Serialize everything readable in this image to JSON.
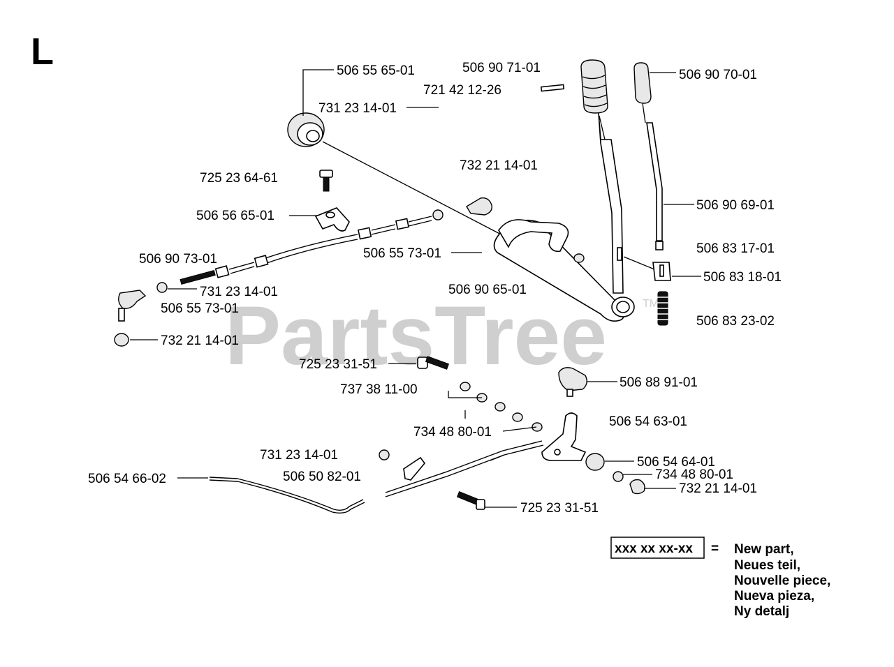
{
  "section_letter": "L",
  "watermark": {
    "text": "PartsTree",
    "tm": "TM"
  },
  "parts": [
    "506 55 65-01",
    "506 90 71-01",
    "721 42 12-26",
    "731 23 14-01",
    "506 90 70-01",
    "732 21 14-01",
    "725 23 64-61",
    "506 56 65-01",
    "506 90 69-01",
    "506 55 73-01",
    "506 83 17-01",
    "506 90 73-01",
    "506 83 18-01",
    "731 23 14-01",
    "506 90 65-01",
    "506 55 73-01",
    "506 83 23-02",
    "732 21 14-01",
    "725 23 31-51",
    "506 88 91-01",
    "737 38 11-00",
    "506 54 63-01",
    "734 48 80-01",
    "731 23 14-01",
    "506 54 64-01",
    "506 50 82-01",
    "734 48 80-01",
    "506 54 66-02",
    "732 21 14-01",
    "725 23 31-51"
  ],
  "legend": {
    "box": "xxx xx xx-xx",
    "equals": "=",
    "lines": [
      "New part,",
      "Neues teil,",
      "Nouvelle piece,",
      "Nueva pieza,",
      "Ny detalj"
    ]
  }
}
